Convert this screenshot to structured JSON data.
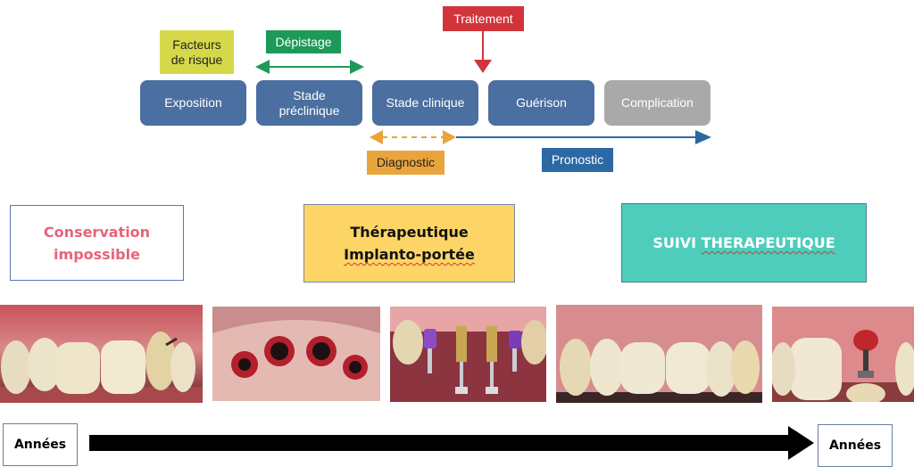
{
  "diagram": {
    "stages": [
      {
        "label_lines": [
          "Exposition"
        ]
      },
      {
        "label_lines": [
          "Stade",
          "préclinique"
        ]
      },
      {
        "label_lines": [
          "Stade clinique"
        ]
      },
      {
        "label_lines": [
          "Guérison"
        ]
      },
      {
        "label_lines": [
          "Complication"
        ]
      }
    ],
    "tags": {
      "risk_factors": {
        "line1": "Facteurs",
        "line2": "de risque",
        "color": "#d6d84a"
      },
      "screening": {
        "label": "Dépistage",
        "color": "#1e9a58"
      },
      "treatment": {
        "label": "Traitement",
        "color": "#d1343b"
      },
      "diagnosis": {
        "label": "Diagnostic",
        "color": "#eaa43d"
      },
      "prognosis": {
        "label": "Pronostic",
        "color": "#2c69a3"
      }
    }
  },
  "phases": {
    "conservation": {
      "line1": "Conservation",
      "line2": "impossible",
      "color": "#e8637a"
    },
    "therapy": {
      "line1": "Thérapeutique",
      "line2": "Implanto-portée",
      "color": "#fcd566"
    },
    "followup": {
      "label_word1": "SUIVI",
      "label_word2": "THERAPEUTIQUE",
      "color": "#4ecdbb"
    }
  },
  "photos": [
    {
      "subject": "anterior-teeth-before"
    },
    {
      "subject": "implant-sites"
    },
    {
      "subject": "implant-transfers"
    },
    {
      "subject": "final-crowns"
    },
    {
      "subject": "implant-abutment"
    }
  ],
  "timeline": {
    "start_label": "Années",
    "end_label": "Années"
  }
}
